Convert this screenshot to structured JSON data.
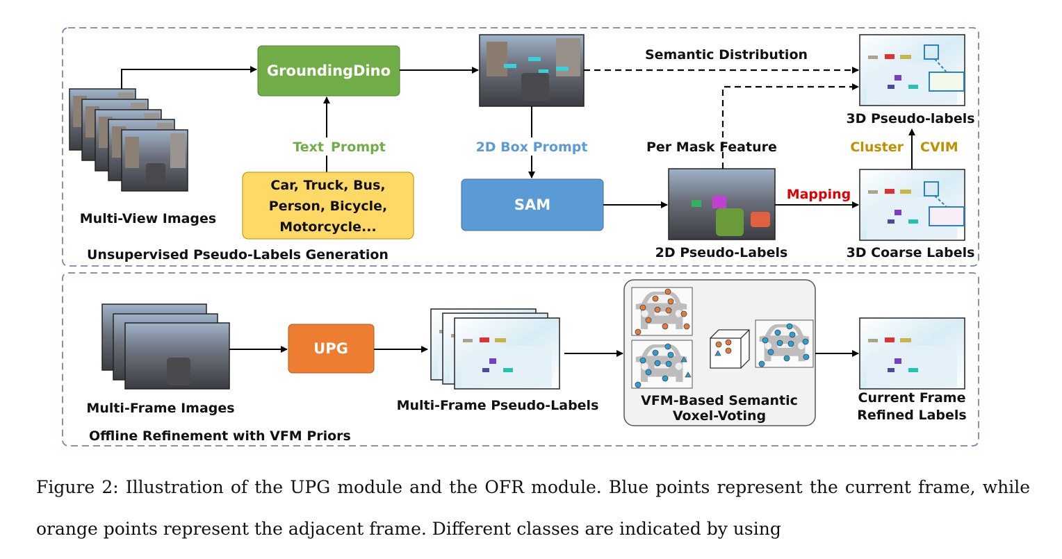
{
  "upg_panel": {
    "title": "Unsupervised Pseudo-Labels Generation",
    "multi_view_label": "Multi-View Images",
    "grounding_dino": "GroundingDino",
    "text_prompt_label": [
      "Text",
      "Prompt"
    ],
    "prompt_classes": [
      "Car, Truck, Bus,",
      "Person, Bicycle,",
      "Motorcycle..."
    ],
    "box_prompt_label": "2D Box Prompt",
    "sam": "SAM",
    "semantic_distribution": "Semantic Distribution",
    "per_mask_feature": "Per Mask Feature",
    "pseudo_2d_label": "2D Pseudo-Labels",
    "mapping": "Mapping",
    "coarse_3d_label": "3D Coarse Labels",
    "pseudo_3d_label": "3D Pseudo-labels",
    "cluster": "Cluster",
    "cvim": "CVIM"
  },
  "ofr_panel": {
    "title": "Offline Refinement with VFM Priors",
    "multi_frame_label": "Multi-Frame Images",
    "upg": "UPG",
    "multi_frame_pseudo": "Multi-Frame Pseudo-Labels",
    "voting_label": [
      "VFM-Based Semantic",
      "Voxel-Voting"
    ],
    "refined_label": [
      "Current Frame",
      "Refined Labels"
    ]
  },
  "caption": "Figure 2: Illustration of the UPG module and the OFR module. Blue points represent the current frame, while orange points represent the adjacent frame. Different classes are indicated by using",
  "colors": {
    "grounding_dino": "#70ad47",
    "text_prompt": "#70ad47",
    "prompt_box": "#ffd966",
    "sam": "#5b9bd5",
    "box_prompt": "#5b9bd5",
    "mapping": "#e00000",
    "cluster_cvim": "#bf9000",
    "upg": "#ed7d31",
    "panel_border": "#6f86b0",
    "adjacent_frame_points": "#e07b39",
    "current_frame_points": "#2a9fd6"
  }
}
